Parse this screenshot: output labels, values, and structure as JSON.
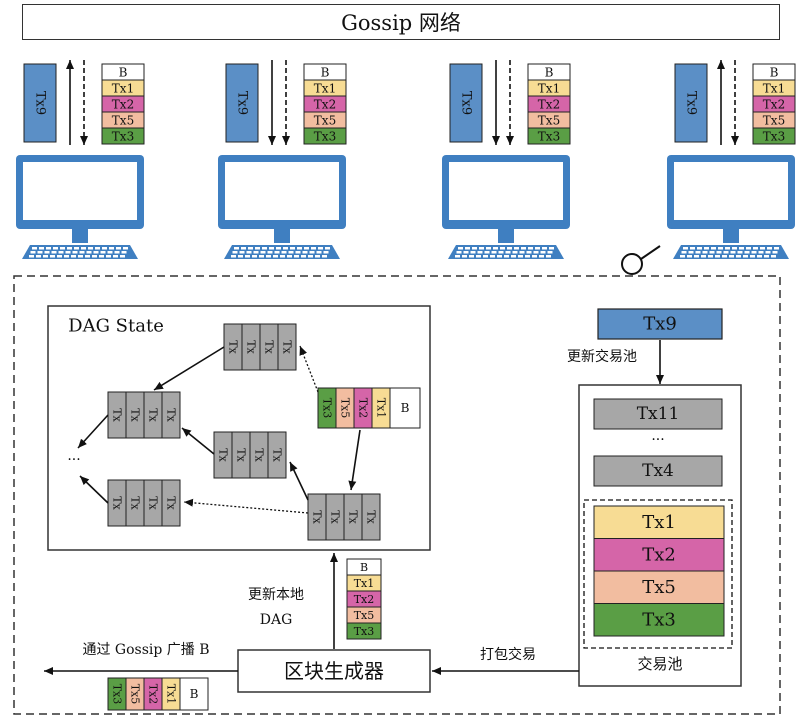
{
  "header": {
    "title": "Gossip 网络"
  },
  "colors": {
    "tx9": "#5b8fc6",
    "tx1": "#f7dc94",
    "tx2": "#d565a8",
    "tx5": "#f2bda0",
    "tx3": "#5a9e45",
    "gray": "#a7a7a7",
    "block_header": "#ffffff"
  },
  "nodes": [
    {
      "pending_tx": "Tx9",
      "block": [
        "B",
        "Tx1",
        "Tx2",
        "Tx5",
        "Tx3"
      ]
    },
    {
      "pending_tx": "Tx9",
      "block": [
        "B",
        "Tx1",
        "Tx2",
        "Tx5",
        "Tx3"
      ]
    },
    {
      "pending_tx": "Tx9",
      "block": [
        "B",
        "Tx1",
        "Tx2",
        "Tx5",
        "Tx3"
      ]
    },
    {
      "pending_tx": "Tx9",
      "block": [
        "B",
        "Tx1",
        "Tx2",
        "Tx5",
        "Tx3"
      ]
    }
  ],
  "dag": {
    "title": "DAG State",
    "cell_label": "Tx",
    "ellipsis": "···",
    "new_block": [
      "B",
      "Tx1",
      "Tx2",
      "Tx5",
      "Tx3"
    ]
  },
  "incoming_tx": "Tx9",
  "update_pool_label": "更新交易池",
  "pool": {
    "label": "交易池",
    "ellipsis": "···",
    "other_txs": [
      "Tx11",
      "Tx4"
    ],
    "selected_txs": [
      "Tx1",
      "Tx2",
      "Tx5",
      "Tx3"
    ]
  },
  "packing_label": "打包交易",
  "generator_label": "区块生成器",
  "update_dag_label": [
    "更新本地",
    "DAG"
  ],
  "broadcast_label": "通过  Gossip 广播 B",
  "middle_block": [
    "B",
    "Tx1",
    "Tx2",
    "Tx5",
    "Tx3"
  ],
  "broadcast_block": [
    "B",
    "Tx1",
    "Tx2",
    "Tx5",
    "Tx3"
  ]
}
